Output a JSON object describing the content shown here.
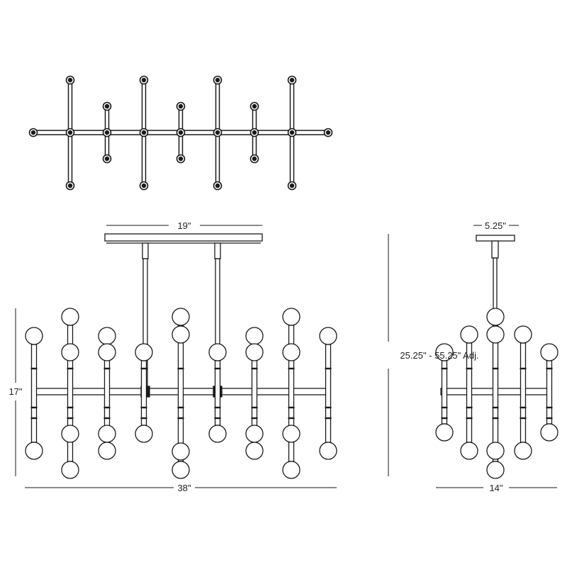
{
  "dimensions": {
    "canopy_width": "19\"",
    "side_canopy_width": "5.25\"",
    "fixture_height": "17\"",
    "overall_height": "25.25\" - 55.25\" Adj.",
    "fixture_width": "38\"",
    "fixture_depth": "14\""
  },
  "views": [
    "top-view",
    "front-view",
    "side-view"
  ],
  "colors": {
    "line": "#1a1a1a",
    "background": "#ffffff"
  }
}
